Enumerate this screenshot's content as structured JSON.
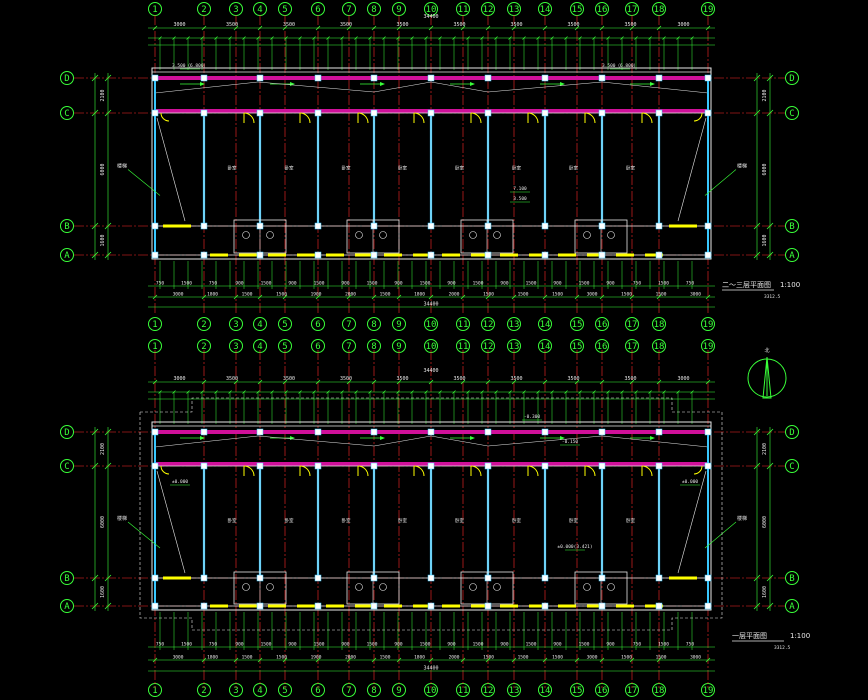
{
  "colors": {
    "background": "#000000",
    "axis_line": "#ff2a2a",
    "grid_bubble": "#39ff39",
    "dimension": "#39ff39",
    "wall": "#e8e8e8",
    "column": "#ffffff",
    "corridor_band": "#d0109a",
    "door_window": "#ffff00",
    "column_outline": "#39c8ff",
    "text": "#e8e8e8"
  },
  "plans": [
    {
      "id": "upper",
      "title": "二～三层平面图",
      "scale": "1:100",
      "note": "3312.5",
      "elevation_labels": [
        "3.500（6.800）",
        "3.500（6.800）",
        "7.100",
        "3.500"
      ],
      "room_labels": [
        "卧室",
        "卧室",
        "卧室",
        "卧室",
        "卧室",
        "卧室",
        "卧室",
        "卧室"
      ],
      "stair_labels": [
        "楼梯",
        "楼梯"
      ],
      "overall_dim": "34400"
    },
    {
      "id": "lower",
      "title": "一层平面图",
      "scale": "1:100",
      "note": "3312.5",
      "elevation_labels": [
        "±0.000",
        "±0.000",
        "-0.300",
        "-0.150",
        "±0.000(3.421)"
      ],
      "room_labels": [
        "卧室",
        "卧室",
        "卧室",
        "卧室",
        "卧室",
        "卧室",
        "卧室",
        "卧室"
      ],
      "stair_labels": [
        "楼梯",
        "楼梯"
      ],
      "overall_dim": "34400"
    }
  ],
  "axes_x": [
    "1",
    "2",
    "3",
    "4",
    "5",
    "6",
    "7",
    "8",
    "9",
    "10",
    "11",
    "12",
    "13",
    "14",
    "15",
    "16",
    "17",
    "18",
    "19"
  ],
  "axes_y": [
    "A",
    "B",
    "C",
    "D"
  ],
  "north_label": "北",
  "top_dims": [
    "3000",
    "3500",
    "3500",
    "3500",
    "3500",
    "3500",
    "3500",
    "3500",
    "3500",
    "3000"
  ],
  "bottom_dims_row1": [
    "750",
    "1500",
    "750",
    "900",
    "1500",
    "900",
    "1500",
    "900",
    "1500",
    "900",
    "1500",
    "900",
    "1500",
    "900",
    "1500",
    "900",
    "1500",
    "900",
    "750",
    "1500",
    "750"
  ],
  "bottom_dims_row2": [
    "3000",
    "1800",
    "1500",
    "1500",
    "1900",
    "2000",
    "1500",
    "1800",
    "2000",
    "1500",
    "1500",
    "1500",
    "3000",
    "1500",
    "1500",
    "3000"
  ],
  "side_dims_left": [
    "2100",
    "1600",
    "6000",
    "1600"
  ],
  "side_dims_right": [
    "2100",
    "6000",
    "1600"
  ]
}
